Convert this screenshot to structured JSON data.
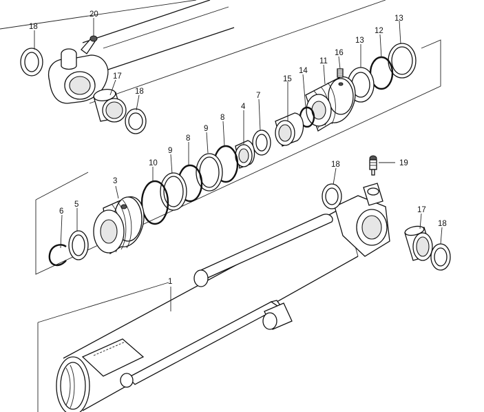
{
  "labels": {
    "l20": "20",
    "l18a": "18",
    "l17a": "17",
    "l18b": "18",
    "l13a": "13",
    "l12": "12",
    "l13b": "13",
    "l16": "16",
    "l11": "11",
    "l14": "14",
    "l15": "15",
    "l7": "7",
    "l4": "4",
    "l8a": "8",
    "l9a": "9",
    "l8b": "8",
    "l9b": "9",
    "l10": "10",
    "l3": "3",
    "l5": "5",
    "l6": "6",
    "l18c": "18",
    "l19": "19",
    "l17b": "17",
    "l18d": "18",
    "l1": "1"
  }
}
